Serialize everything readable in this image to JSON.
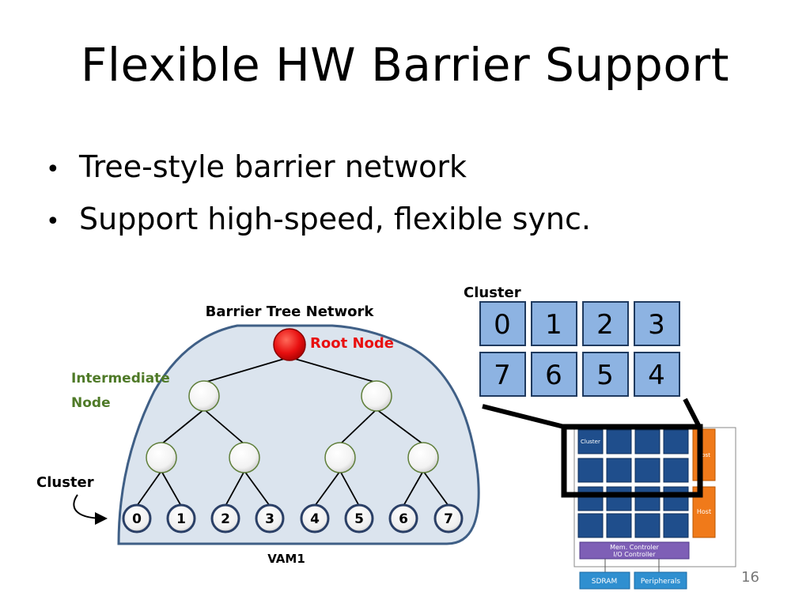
{
  "slide": {
    "title": "Flexible HW Barrier Support",
    "bullets": [
      "Tree-style barrier network",
      "Support high-speed, flexible sync."
    ],
    "page_number": "16"
  },
  "tree": {
    "network_label": "Barrier Tree Network",
    "root_label": "Root Node",
    "intermediate_label_line1": "Intermediate",
    "intermediate_label_line2": "Node",
    "cluster_label": "Cluster",
    "leaves": [
      "0",
      "1",
      "2",
      "3",
      "4",
      "5",
      "6",
      "7"
    ],
    "chip_label": "VAM1"
  },
  "cluster_grid": {
    "label": "Cluster",
    "top_row": [
      "0",
      "1",
      "2",
      "3"
    ],
    "bottom_row": [
      "7",
      "6",
      "5",
      "4"
    ]
  },
  "soc": {
    "cluster_tag": "Cluster",
    "host_top": "Host",
    "host_bottom": "Host",
    "mem_line1": "Mem. Controler",
    "mem_line2": "I/O Controller",
    "sdram": "SDRAM",
    "peripherals": "Peripherals"
  },
  "colors": {
    "root": "#e81010",
    "leaf_cell": "#8db3e2",
    "soc_cell": "#1f4e8c",
    "host": "#f07a1a",
    "mem": "#7e5fb6",
    "io_box": "#2f8fd0",
    "cloud_fill": "#dbe4ee",
    "cloud_stroke": "#3f5f86"
  }
}
